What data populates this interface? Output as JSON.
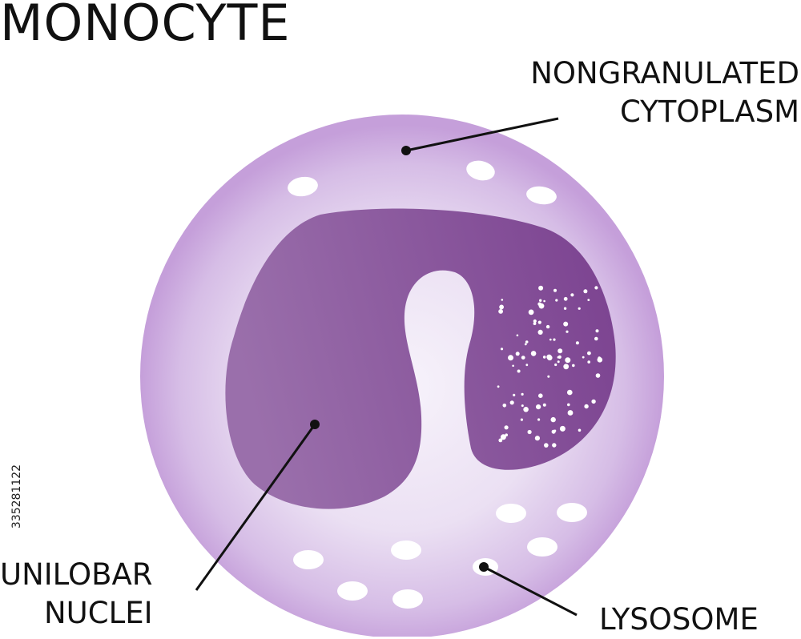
{
  "title": "MONOCYTE",
  "labels": {
    "cytoplasm": {
      "line1": "NONGRANULATED",
      "line2": "CYTOPLASM"
    },
    "nuclei": {
      "line1": "UNILOBAR",
      "line2": "NUCLEI"
    },
    "lysosome": "LYSOSOME"
  },
  "stock_id": "335281122",
  "colors": {
    "cell_outer": "#c9a6dc",
    "cell_inner": "#f4eef9",
    "nucleus_light": "#9467a8",
    "nucleus_dark": "#7a3f8e",
    "vacuole": "#ffffff",
    "leader_line": "#111111"
  }
}
